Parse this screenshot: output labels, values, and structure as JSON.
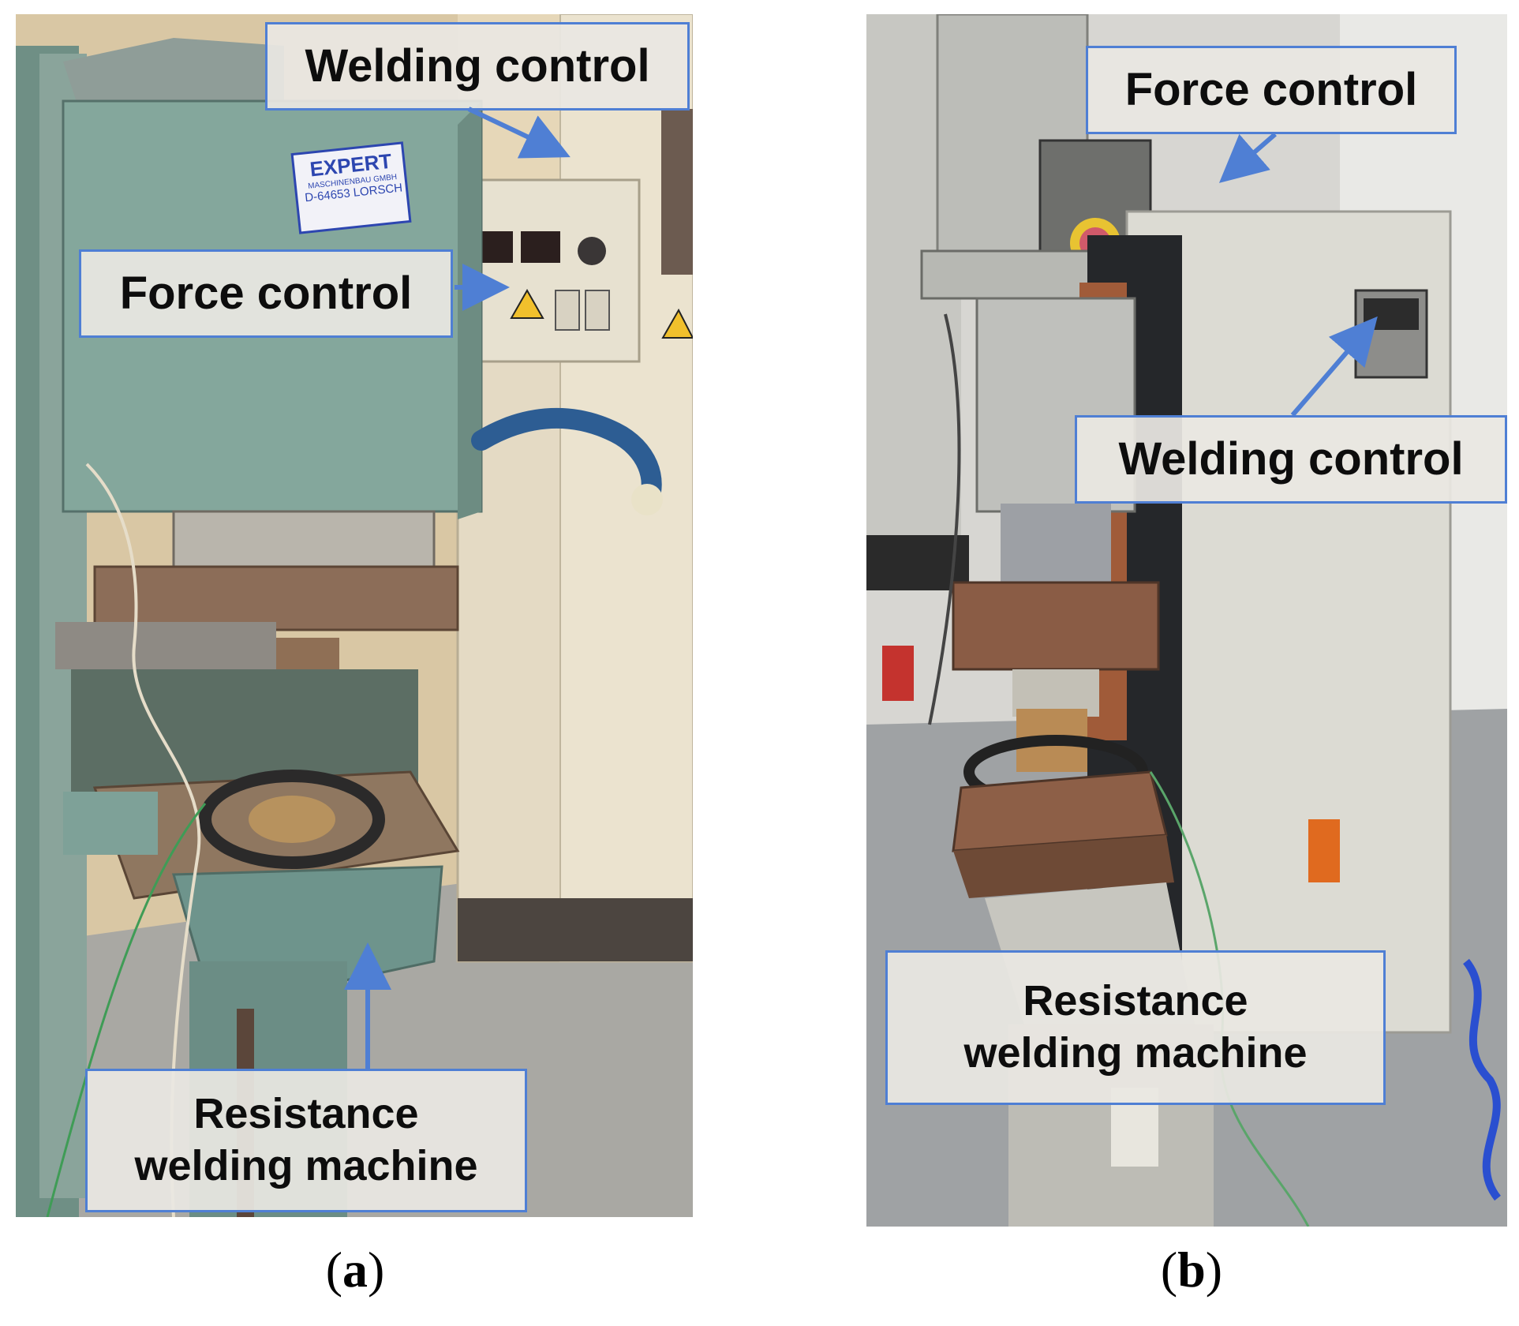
{
  "panels": [
    {
      "id": "a",
      "caption_letter": "a",
      "labels": {
        "welding_control": "Welding control",
        "force_control": "Force control",
        "resistance_line1": "Resistance",
        "resistance_line2": "welding machine"
      },
      "badge": {
        "line1": "EXPERT",
        "line2": "MASCHINENBAU GMBH",
        "line3": "D-64653  LORSCH"
      }
    },
    {
      "id": "b",
      "caption_letter": "b",
      "labels": {
        "force_control": "Force control",
        "welding_control": "Welding control",
        "resistance_line1": "Resistance",
        "resistance_line2": "welding machine"
      }
    }
  ],
  "colors": {
    "callout_border": "#4f7fd4",
    "arrow": "#4f7fd4",
    "callout_fill": "#e9e7e2"
  }
}
